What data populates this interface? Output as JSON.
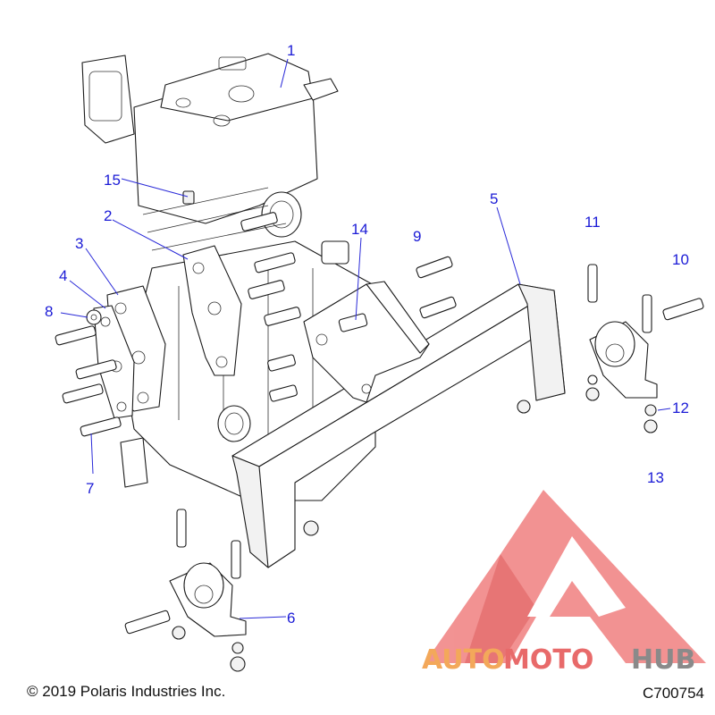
{
  "callouts": {
    "c1": "1",
    "c2": "2",
    "c3": "3",
    "c4": "4",
    "c5": "5",
    "c6": "6",
    "c7": "7",
    "c8": "8",
    "c9": "9",
    "c10": "10",
    "c11": "11",
    "c12": "12",
    "c13": "13",
    "c14": "14",
    "c15": "15"
  },
  "footer": {
    "copyright": "© 2019 Polaris Industries Inc.",
    "catalog_code": "C700754"
  },
  "watermark": {
    "brand_part1": "AUTO",
    "brand_part2": "MOTO",
    "brand_part3": "HUB",
    "color_orange": "#f3a85a",
    "color_red": "#e86a6a",
    "color_grey": "#8a8a8a"
  },
  "colors": {
    "callout": "#1b1bd6",
    "line_art": "#1a1a1a"
  }
}
